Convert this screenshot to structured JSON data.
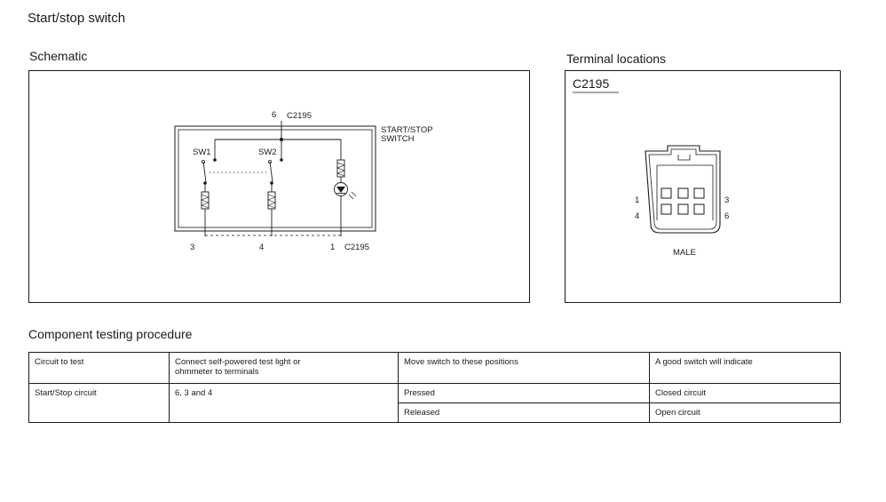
{
  "page_title": "Start/stop switch",
  "schematic": {
    "heading": "Schematic",
    "component_label": "START/STOP SWITCH",
    "connector_top": {
      "pin": "6",
      "name": "C2195"
    },
    "switch1": "SW1",
    "switch2": "SW2",
    "bottom_pins": [
      "3",
      "4",
      "1"
    ],
    "connector_bottom": "C2195"
  },
  "terminals": {
    "heading": "Terminal locations",
    "connector": "C2195",
    "left_pins": [
      "1",
      "4"
    ],
    "right_pins": [
      "3",
      "6"
    ],
    "gender": "MALE"
  },
  "procedure": {
    "heading": "Component testing procedure",
    "columns": [
      "Circuit to test",
      "Connect self-powered test light or ohmmeter to terminals",
      "Move switch to these positions",
      "A good switch will indicate"
    ],
    "circuit": "Start/Stop circuit",
    "terminals": "6, 3 and 4",
    "rows": [
      {
        "position": "Pressed",
        "indication": "Closed circuit"
      },
      {
        "position": "Released",
        "indication": "Open circuit"
      }
    ]
  }
}
